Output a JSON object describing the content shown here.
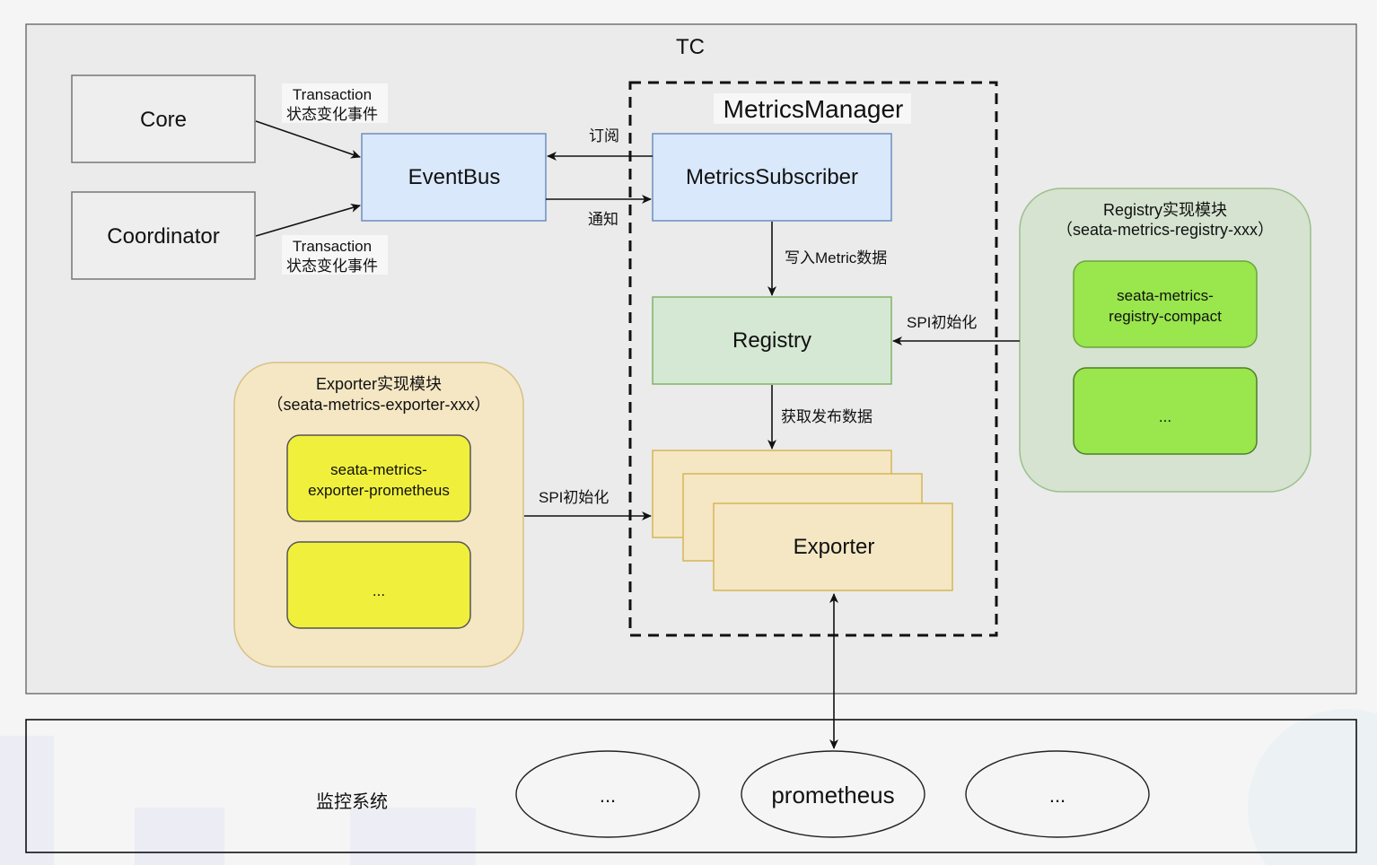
{
  "diagram": {
    "tc_container": {
      "label": "TC"
    },
    "metrics_manager": {
      "label": "MetricsManager"
    },
    "nodes": {
      "core": {
        "label": "Core"
      },
      "coordinator": {
        "label": "Coordinator"
      },
      "eventbus": {
        "label": "EventBus"
      },
      "metrics_subscriber": {
        "label": "MetricsSubscriber"
      },
      "registry": {
        "label": "Registry"
      },
      "exporter": {
        "label": "Exporter"
      }
    },
    "edge_labels": {
      "core_to_eventbus": {
        "line1": "Transaction",
        "line2": "状态变化事件"
      },
      "coordinator_to_eventbus": {
        "line1": "Transaction",
        "line2": "状态变化事件"
      },
      "subscribe": "订阅",
      "notify": "通知",
      "write_metric": "写入Metric数据",
      "fetch_publish": "获取发布数据",
      "registry_spi_init": "SPI初始化",
      "exporter_spi_init": "SPI初始化"
    },
    "registry_module": {
      "title": "Registry实现模块",
      "subtitle": "（seata-metrics-registry-xxx）",
      "items": [
        {
          "line1": "seata-metrics-",
          "line2": "registry-compact"
        },
        {
          "line1": "...",
          "line2": ""
        }
      ]
    },
    "exporter_module": {
      "title": "Exporter实现模块",
      "subtitle": "（seata-metrics-exporter-xxx）",
      "items": [
        {
          "line1": "seata-metrics-",
          "line2": "exporter-prometheus"
        },
        {
          "line1": "...",
          "line2": ""
        }
      ]
    },
    "monitoring": {
      "label": "监控系统",
      "systems": [
        {
          "label": "..."
        },
        {
          "label": "prometheus"
        },
        {
          "label": "..."
        }
      ]
    },
    "colors": {
      "blue_fill": "#dae8fc",
      "blue_stroke": "#6c8ebf",
      "green_fill": "#d5e8d4",
      "green_stroke": "#82b366",
      "yellow_fill": "#fff2cc",
      "yellow_stroke": "#d6b656",
      "lime_fill": "#99e64d",
      "bright_yellow": "#f0f03c"
    }
  }
}
